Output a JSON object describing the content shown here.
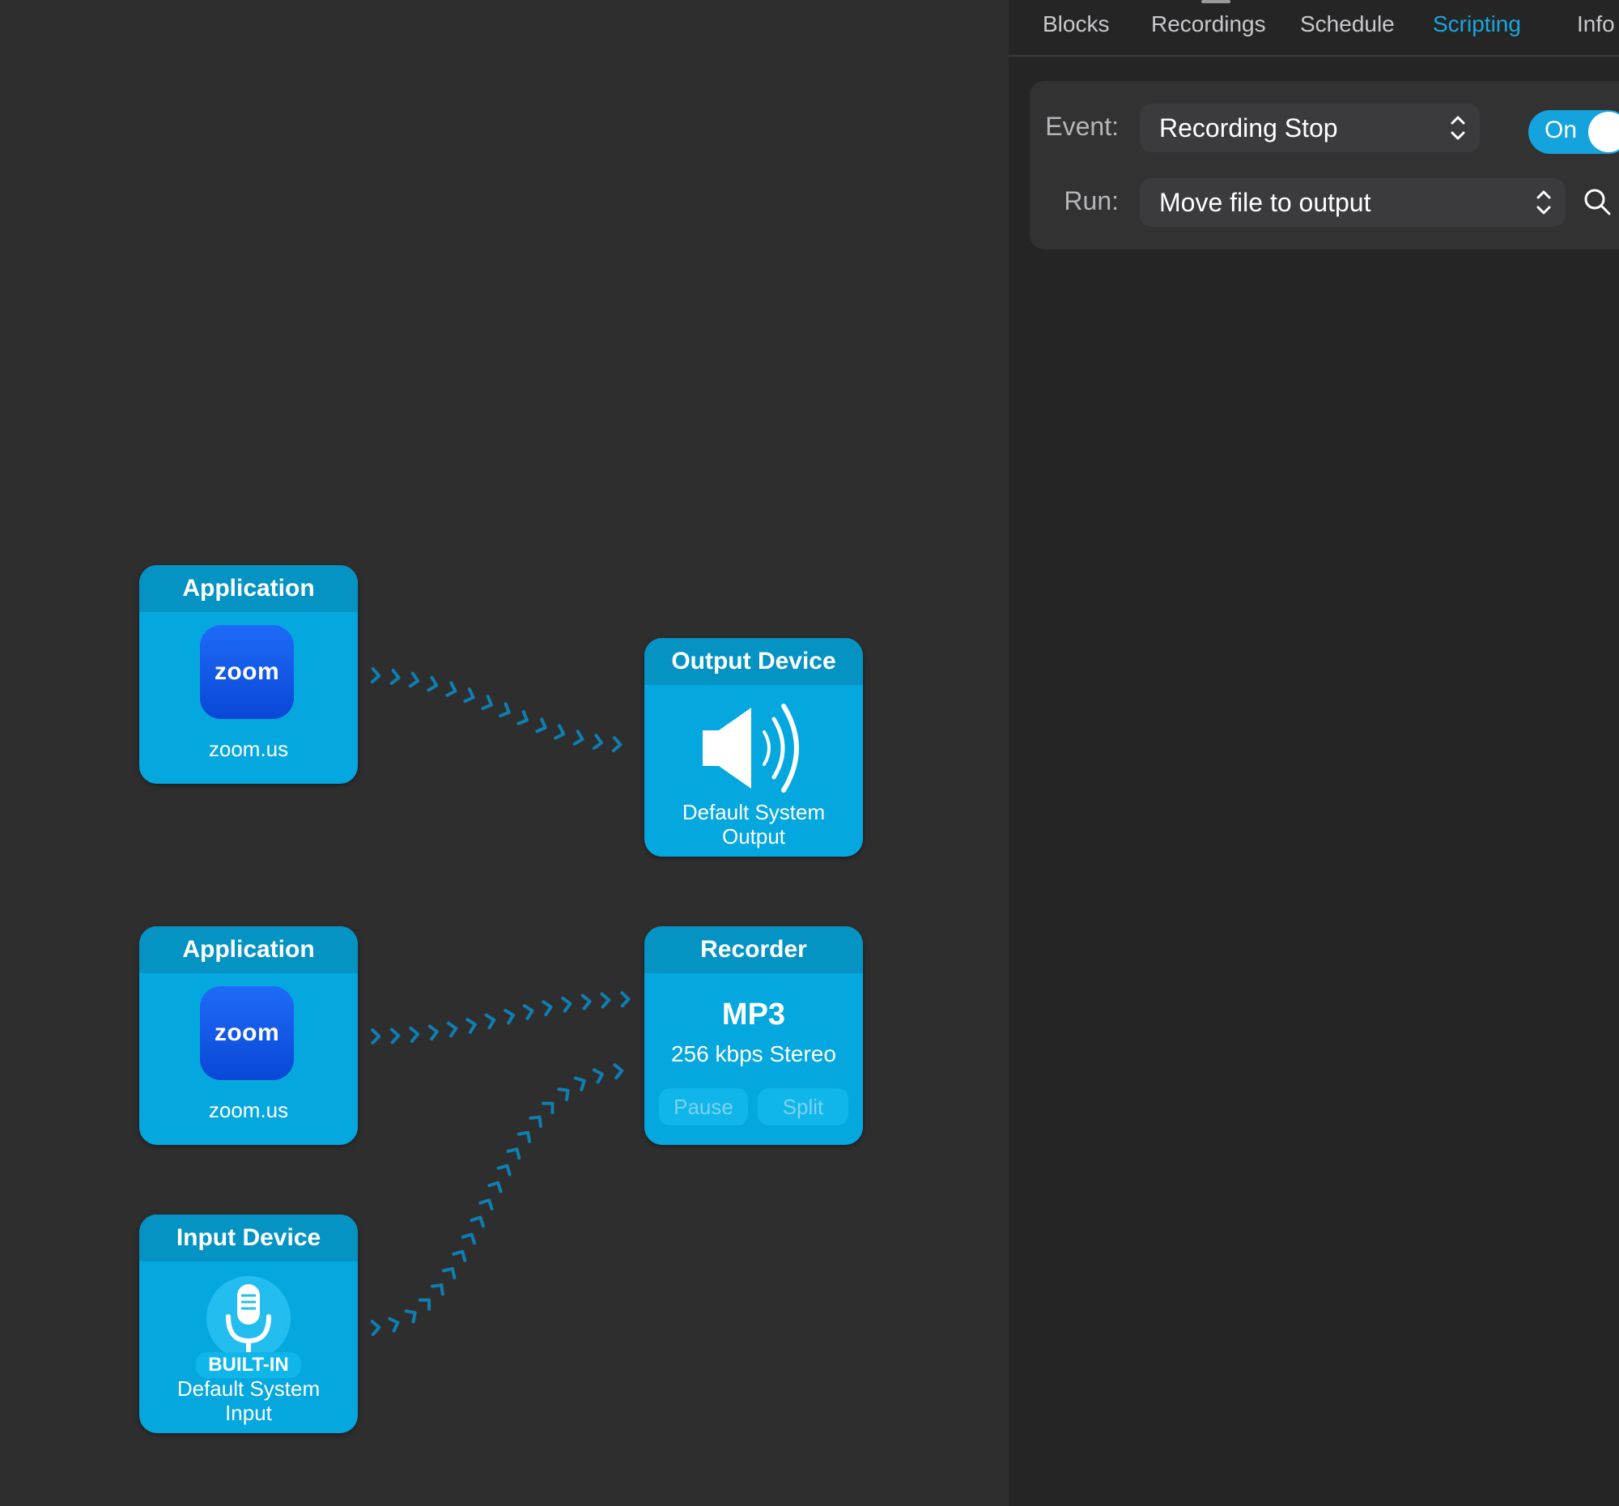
{
  "tabs": [
    {
      "label": "Blocks",
      "active": false
    },
    {
      "label": "Recordings",
      "active": false
    },
    {
      "label": "Schedule",
      "active": false
    },
    {
      "label": "Scripting",
      "active": true
    },
    {
      "label": "Info",
      "active": false
    }
  ],
  "script": {
    "event_label": "Event:",
    "event_value": "Recording Stop",
    "toggle_label": "On",
    "toggle_on": true,
    "run_label": "Run:",
    "run_value": "Move file to output"
  },
  "nodes": {
    "app1": {
      "header": "Application",
      "icon_text": "zoom",
      "caption": "zoom.us"
    },
    "output": {
      "header": "Output Device",
      "caption_line1": "Default System",
      "caption_line2": "Output"
    },
    "app2": {
      "header": "Application",
      "icon_text": "zoom",
      "caption": "zoom.us"
    },
    "recorder": {
      "header": "Recorder",
      "format": "MP3",
      "detail": "256 kbps Stereo",
      "pause_label": "Pause",
      "split_label": "Split"
    },
    "input": {
      "header": "Input Device",
      "badge": "BUILT-IN",
      "caption_line1": "Default System",
      "caption_line2": "Input"
    }
  },
  "colors": {
    "accent": "#1aa6dd",
    "node_body": "#05a7df",
    "node_header": "#0593c4",
    "link": "#0f7fb0"
  }
}
